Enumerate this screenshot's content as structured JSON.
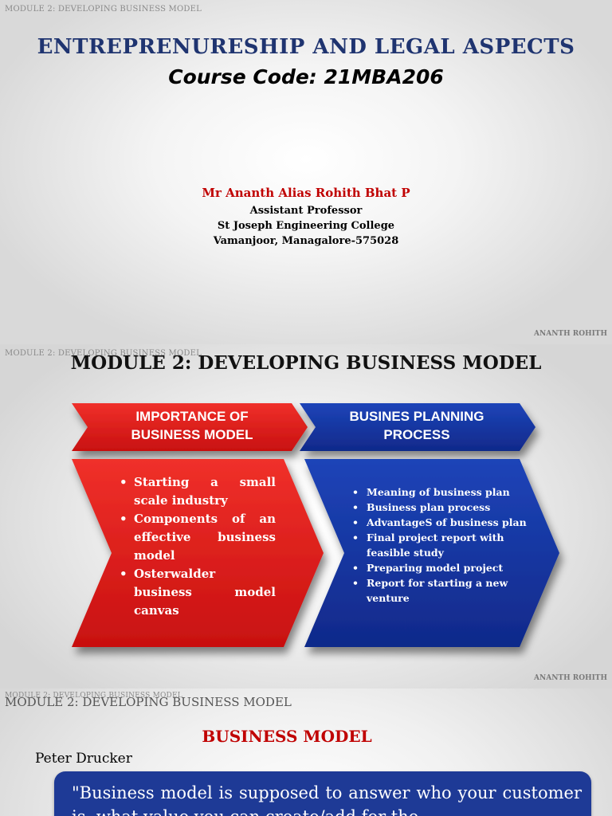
{
  "slide1": {
    "header": "MODULE 2: DEVELOPING BUSINESS MODEL",
    "title": "ENTREPRENURESHIP AND LEGAL ASPECTS",
    "course_code": "Course Code: 21MBA206",
    "author": "Mr Ananth Alias Rohith Bhat P",
    "designation": "Assistant Professor",
    "college": "St Joseph Engineering College",
    "address": "Vamanjoor, Managalore-575028",
    "footer": "ANANTH ROHITH"
  },
  "slide2": {
    "header": "MODULE 2: DEVELOPING BUSINESS MODEL",
    "title": "MODULE 2: DEVELOPING BUSINESS MODEL",
    "left_heading": [
      "IMPORTANCE OF",
      "BUSINESS MODEL"
    ],
    "right_heading": [
      "BUSINES PLANNING",
      "PROCESS"
    ],
    "left_items": [
      "Starting a small scale industry",
      "Components of an effective business model",
      "Osterwalder business model canvas"
    ],
    "right_items": [
      "Meaning of business plan",
      "Business plan process",
      "AdvantageS of business plan",
      "Final project report with feasible study",
      "Preparing model project",
      "Report for starting a new venture"
    ],
    "footer": "ANANTH ROHITH",
    "colors": {
      "red": "#e21b1b",
      "blue": "#1636a4"
    }
  },
  "slide3": {
    "header_small": "MODULE 2: DEVELOPING BUSINESS MODEL",
    "header": "MODULE 2: DEVELOPING BUSINESS MODEL",
    "title": "BUSINESS MODEL",
    "attribution": "Peter Drucker",
    "quote": "\"Business model is supposed to answer who your customer is, what value you can create/add for the"
  }
}
